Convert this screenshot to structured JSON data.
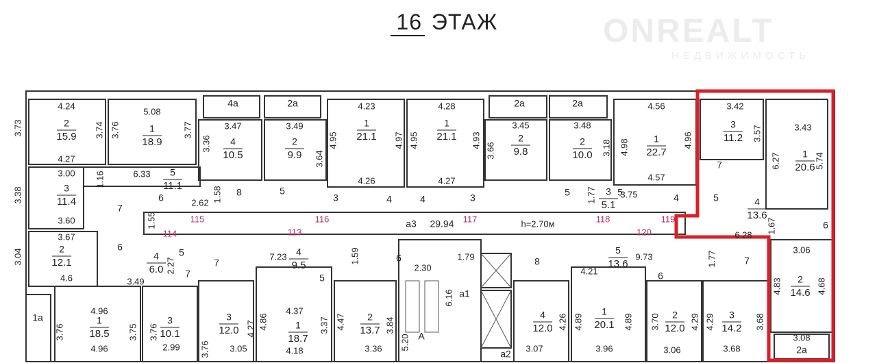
{
  "title": {
    "floor_number": "16",
    "floor_word": "ЭТАЖ"
  },
  "watermark": {
    "brand": "ONREALT",
    "tagline": "НЕДВИЖИМОСТЬ"
  },
  "highlight_color": "#d9202a",
  "corridor": {
    "label": "a3",
    "area": "29.94",
    "height": "h=2.70м"
  },
  "markers": [
    "115",
    "116",
    "117",
    "118",
    "119",
    "114",
    "113",
    "120"
  ],
  "special_labels": [
    "4a",
    "2a",
    "2a",
    "2a",
    "1a",
    "2a",
    "a1",
    "a2",
    "A"
  ],
  "rooms": [
    {
      "num": "2",
      "area": "15.9"
    },
    {
      "num": "1",
      "area": "18.9"
    },
    {
      "num": "4",
      "area": "10.5"
    },
    {
      "num": "2",
      "area": "9.9"
    },
    {
      "num": "1",
      "area": "21.1"
    },
    {
      "num": "1",
      "area": "21.1"
    },
    {
      "num": "2",
      "area": "9.8"
    },
    {
      "num": "2",
      "area": "10.0"
    },
    {
      "num": "1",
      "area": "22.7"
    },
    {
      "num": "3",
      "area": "11.2"
    },
    {
      "num": "1",
      "area": "20.6"
    },
    {
      "num": "5",
      "area": "11.1"
    },
    {
      "num": "3",
      "area": "11.4"
    },
    {
      "num": "3",
      "area": "5.1"
    },
    {
      "num": "4",
      "area": "13.6"
    },
    {
      "num": "2",
      "area": "12.1"
    },
    {
      "num": "4",
      "area": "6.0"
    },
    {
      "num": "4",
      "area": "9.5"
    },
    {
      "num": "5",
      "area": "13.6"
    },
    {
      "num": "1",
      "area": "18.5"
    },
    {
      "num": "3",
      "area": "10.1"
    },
    {
      "num": "3",
      "area": "12.0"
    },
    {
      "num": "1",
      "area": "18.7"
    },
    {
      "num": "2",
      "area": "13.7"
    },
    {
      "num": "4",
      "area": "12.0"
    },
    {
      "num": "1",
      "area": "20.1"
    },
    {
      "num": "2",
      "area": "12.0"
    },
    {
      "num": "3",
      "area": "14.2"
    },
    {
      "num": "2",
      "area": "14.6"
    }
  ],
  "room_numbers": [
    "7",
    "6",
    "8",
    "5",
    "3",
    "4",
    "4",
    "3",
    "5",
    "5",
    "4",
    "5",
    "7",
    "6",
    "6",
    "5",
    "7",
    "7",
    "5",
    "6",
    "8",
    "6",
    "7"
  ],
  "dimensions": [
    "4.24",
    "3.73",
    "3.74",
    "4.27",
    "3.76",
    "5.08",
    "3.77",
    "3.47",
    "3.36",
    "3.49",
    "3.64",
    "4.23",
    "4.95",
    "4.97",
    "4.26",
    "4.28",
    "4.95",
    "4.93",
    "4.27",
    "3.45",
    "3.66",
    "3.48",
    "3.18",
    "4.56",
    "4.98",
    "4.96",
    "4.57",
    "3.42",
    "3.57",
    "3.43",
    "6.27",
    "5.74",
    "3.00",
    "6.33",
    "1.16",
    "3.38",
    "3.60",
    "2.62",
    "1.58",
    "1.55",
    "3.75",
    "1.77",
    "1.67",
    "6.28",
    "3.67",
    "3.04",
    "4.6",
    "2.27",
    "3.49",
    "7.23",
    "1.59",
    "2.30",
    "1.79",
    "6.16",
    "9.73",
    "4.21",
    "1.77",
    "3.06",
    "4.83",
    "4.68",
    "3.08",
    "4.96",
    "3.76",
    "3.75",
    "4.96",
    "3.76",
    "2.99",
    "3.76",
    "4.27",
    "3.05",
    "4.86",
    "4.37",
    "3.37",
    "4.18",
    "4.47",
    "3.84",
    "3.36",
    "5.20",
    "4.26",
    "3.07",
    "4.89",
    "4.89",
    "3.96",
    "3.70",
    "4.29",
    "3.06",
    "4.29",
    "3.68",
    "3.68"
  ]
}
